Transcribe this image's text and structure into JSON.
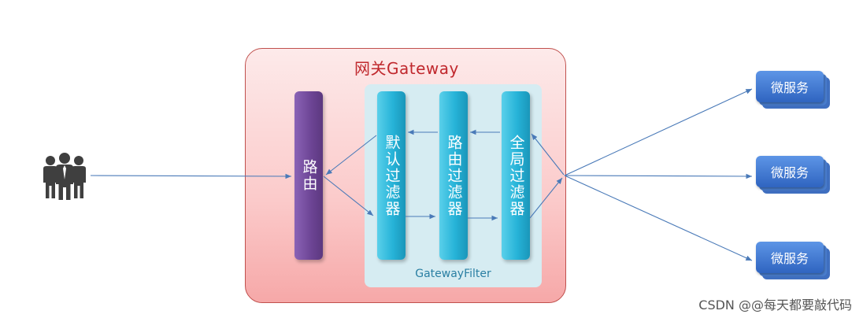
{
  "gateway": {
    "title": "网关Gateway"
  },
  "route": {
    "label": "路由"
  },
  "filters": {
    "title": "GatewayFilter",
    "default_label": "默认过滤器",
    "route_label": "路由过滤器",
    "global_label": "全局过滤器"
  },
  "services": [
    {
      "label": "微服务"
    },
    {
      "label": "微服务"
    },
    {
      "label": "微服务"
    }
  ],
  "users": {
    "icon": "users-icon"
  },
  "watermark": "CSDN @@每天都要敲代码",
  "colors": {
    "gateway_border": "#c0504d",
    "gateway_title": "#c0282d",
    "route_pill": "#6c4494",
    "filter_pill": "#26b3d8",
    "filter_bg": "#d6ecf2",
    "service": "#3f74cc",
    "arrow": "#4a7ab8"
  }
}
